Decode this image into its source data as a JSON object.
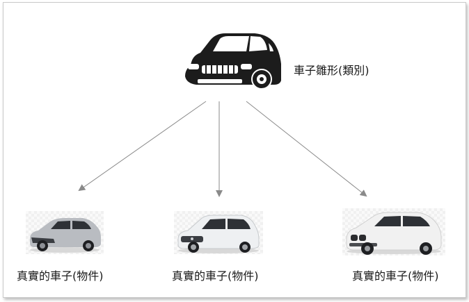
{
  "class_node": {
    "label": "車子雛形(類別)",
    "icon": "car-silhouette-icon",
    "color": "#1c1c1c"
  },
  "objects": [
    {
      "label": "真實的車子(物件)",
      "icon": "sedan-photo",
      "body_color": "#b9bcc1"
    },
    {
      "label": "真實的車子(物件)",
      "icon": "hatchback-photo",
      "body_color": "#eef0f2"
    },
    {
      "label": "真實的車子(物件)",
      "icon": "suv-photo",
      "body_color": "#f1f1f1"
    }
  ],
  "arrow_color": "#8a8a8a"
}
